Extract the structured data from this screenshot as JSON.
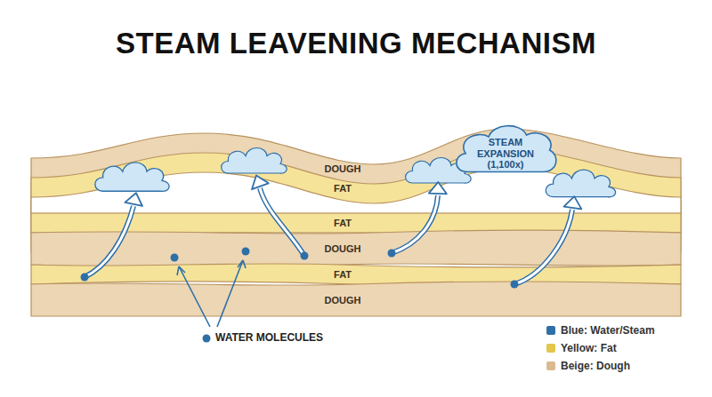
{
  "diagram": {
    "title": "STEAM LEAVENING MECHANISM",
    "nodes": [
      {
        "text": [
          "DOUGH"
        ]
      },
      {
        "text": [
          "FAT"
        ]
      },
      {
        "text": [
          "FAT"
        ]
      },
      {
        "text": [
          "DOUGH"
        ]
      },
      {
        "text": [
          "FAT"
        ]
      },
      {
        "text": [
          "DOUGH"
        ]
      },
      {
        "text": [
          "STEAM EXPANSION (1,100x)"
        ]
      }
    ],
    "labels": [
      "WATER MOLECULES"
    ],
    "legend": [
      {
        "text": "Blue: Water/Steam",
        "color": "#2f6fa8"
      },
      {
        "text": "Yellow: Fat",
        "color": "#e3c64a"
      },
      {
        "text": "Beige: Dough",
        "color": "#d9bb8f"
      }
    ]
  }
}
